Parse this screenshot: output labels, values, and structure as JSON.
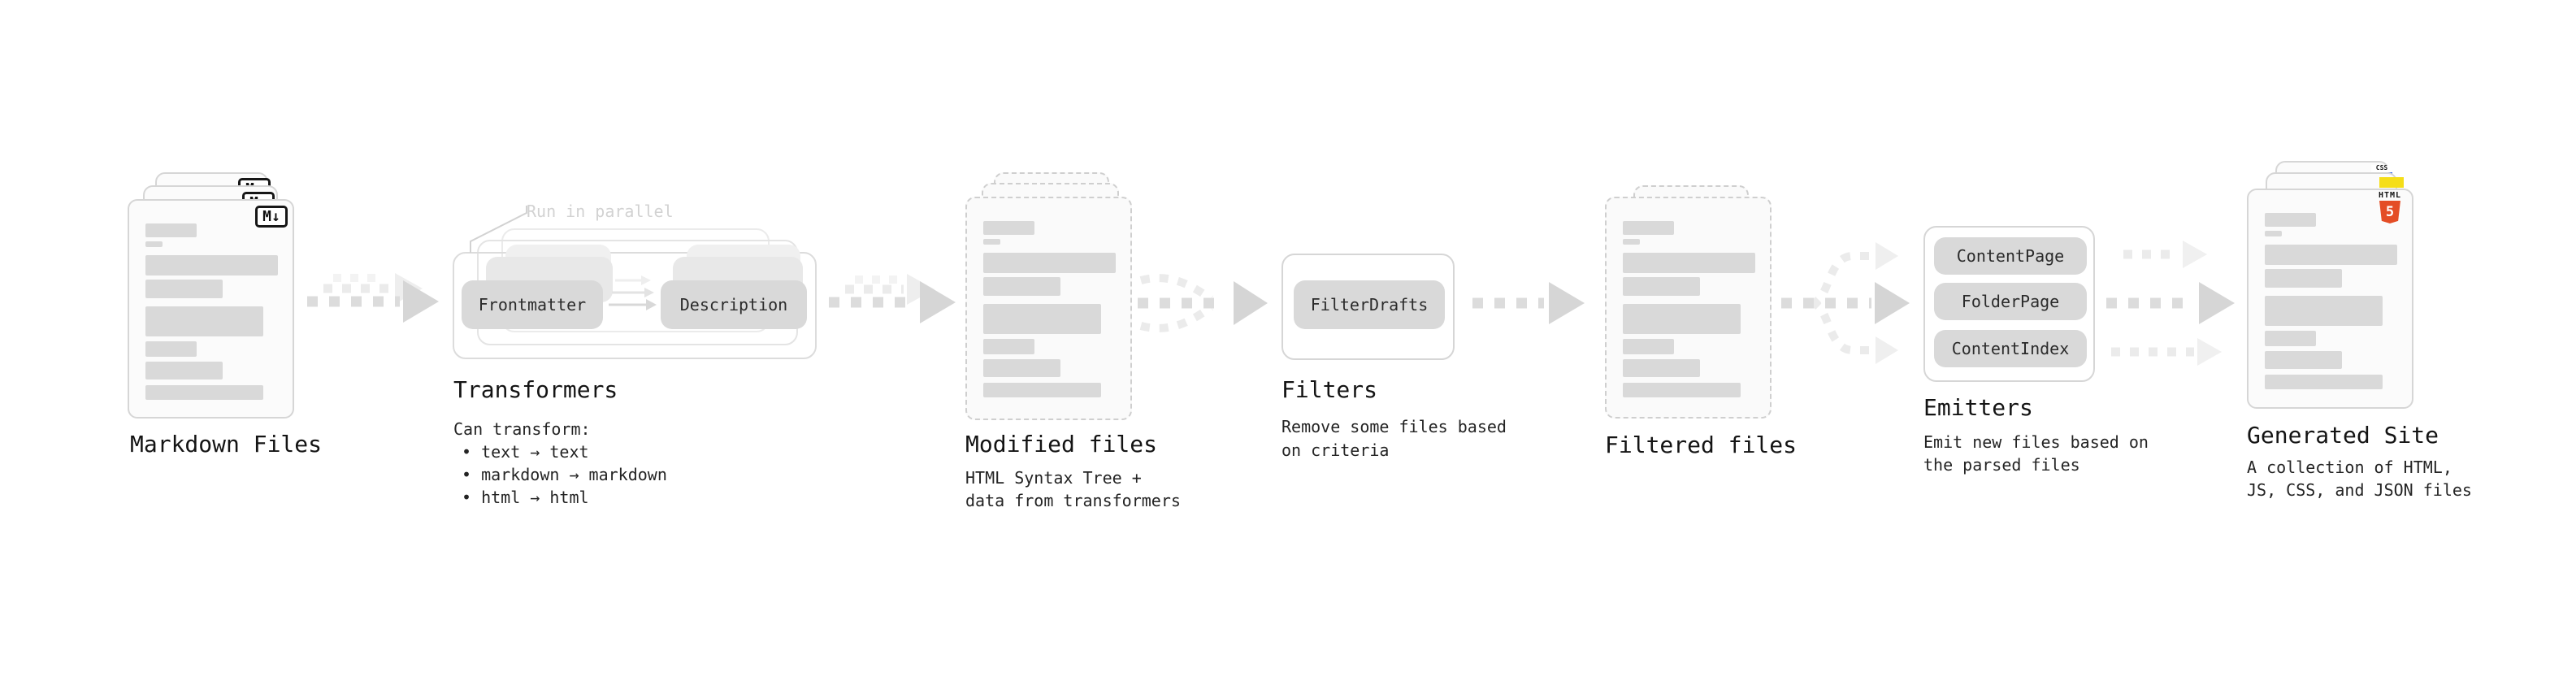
{
  "nodes": {
    "markdown": {
      "title": "Markdown Files",
      "file_badge": "M↓"
    },
    "transformers": {
      "title": "Transformers",
      "annotation": "Run in parallel",
      "pill_frontmatter": "Frontmatter",
      "pill_description": "Description",
      "details_heading": "Can transform:",
      "bullets": [
        "• text → text",
        "• markdown → markdown",
        "• html → html"
      ]
    },
    "modified": {
      "title": "Modified files",
      "desc_line1": "HTML Syntax Tree +",
      "desc_line2": "data from transformers"
    },
    "filters": {
      "title": "Filters",
      "pill_filterdrafts": "FilterDrafts",
      "desc_line1": "Remove some files based",
      "desc_line2": "on criteria"
    },
    "filtered": {
      "title": "Filtered files"
    },
    "emitters": {
      "title": "Emitters",
      "pill_contentpage": "ContentPage",
      "pill_folderpage": "FolderPage",
      "pill_contentindex": "ContentIndex",
      "desc_line1": "Emit new files based on",
      "desc_line2": "the parsed files"
    },
    "generated": {
      "title": "Generated Site",
      "desc_line1": "A collection of HTML,",
      "desc_line2": "JS, CSS, and JSON files",
      "badge_css_label": "CSS",
      "badge_html_label": "HTML",
      "badge_html_number": "5"
    }
  },
  "colors": {
    "html5_orange": "#e44d26",
    "js_yellow": "#f5de19",
    "css_blue": "#2d63ea",
    "skeleton_gray": "#d9d9d9",
    "arrow_gray": "#dcdcdc",
    "text_dark": "#242424",
    "annotation_gray": "#d2d2d2"
  }
}
